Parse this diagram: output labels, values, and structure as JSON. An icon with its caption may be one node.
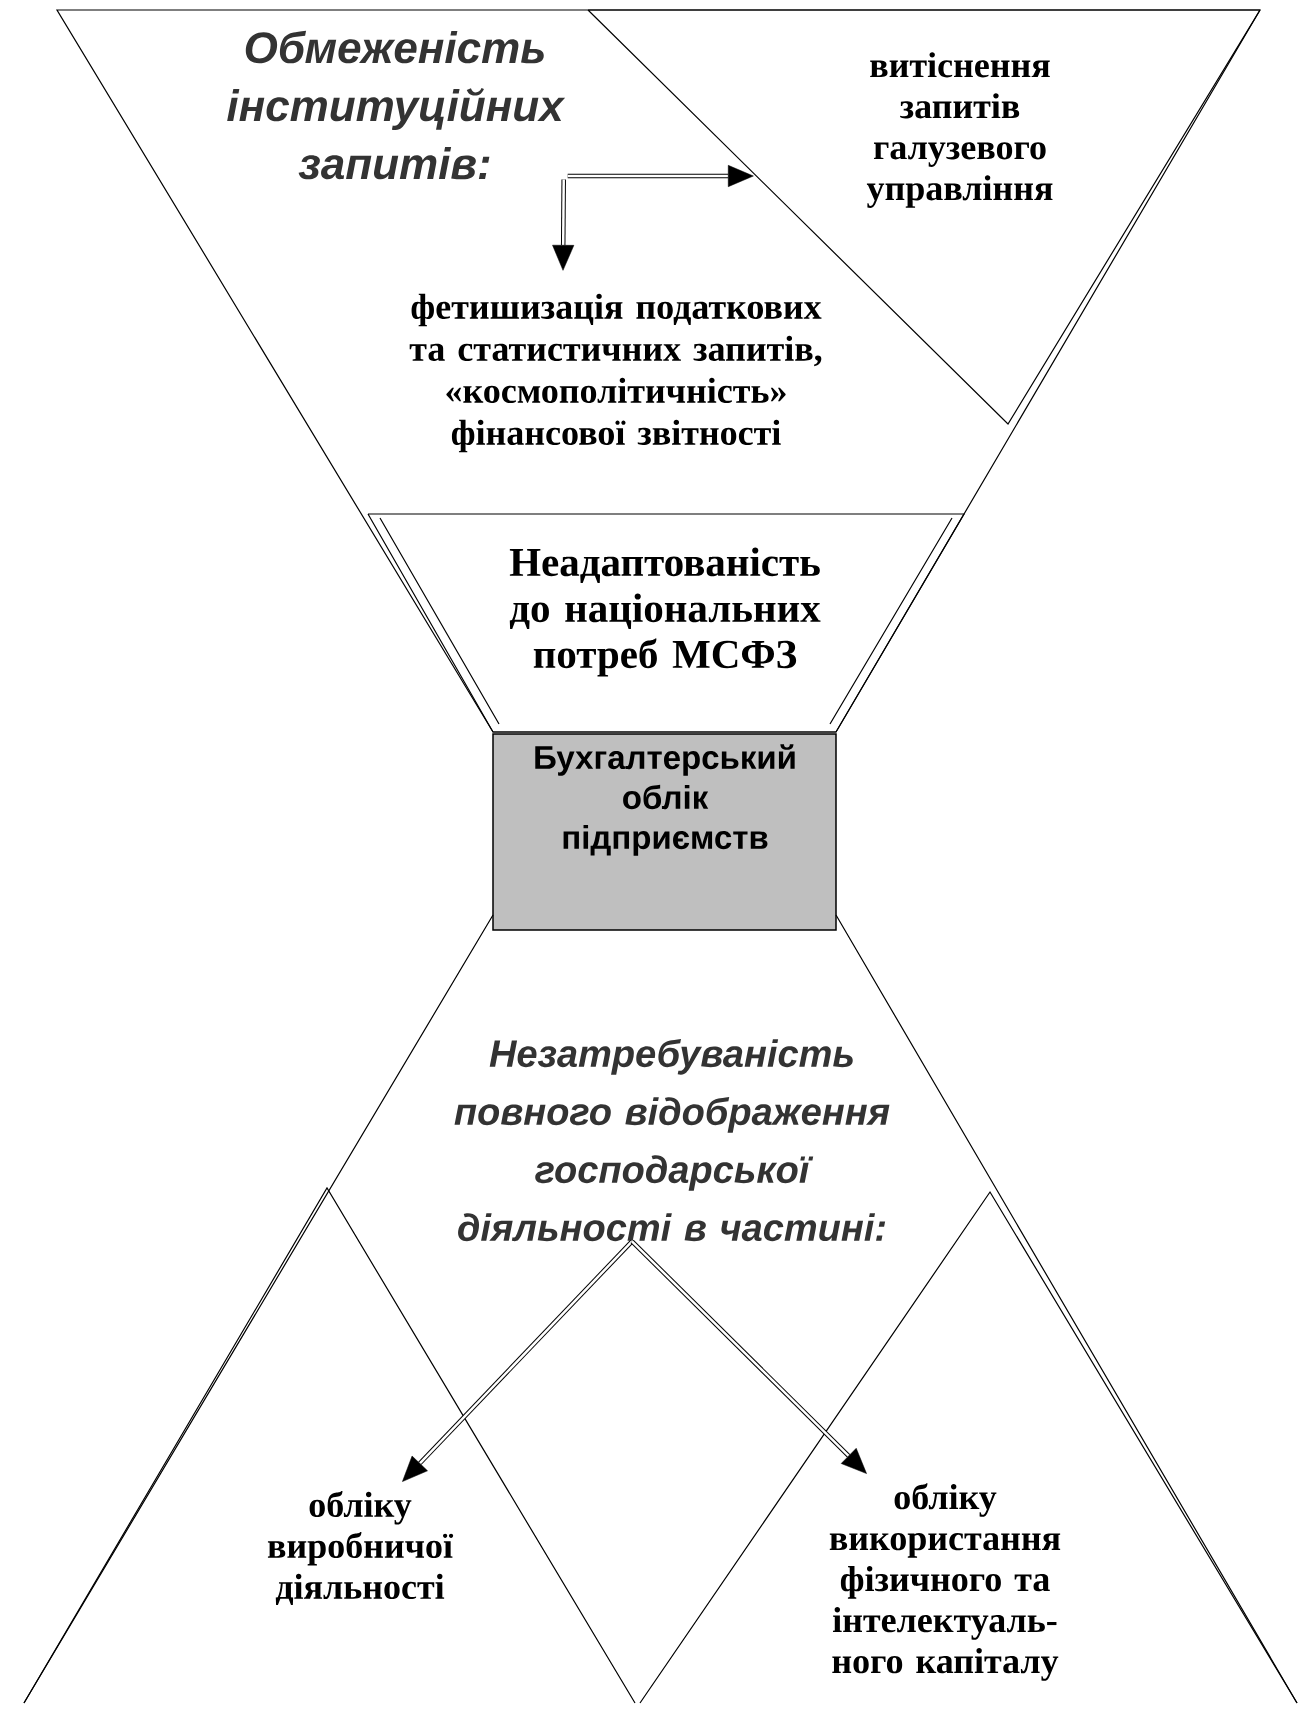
{
  "diagram": {
    "nodes": [
      {
        "text": [],
        "shape": "triangle"
      },
      {
        "text": [
          "Обмеженість інституційних запитів:"
        ],
        "in": 0
      },
      {
        "text": [
          "витіснення запитів галузевого управління"
        ],
        "in": 0
      },
      {
        "text": [
          "фетишизація податкових та статистичних запитів, «космополітичність» фінансової звітності"
        ],
        "in": 0
      },
      {
        "text": [
          "Неадаптованість до національних потреб МСФЗ"
        ],
        "in": 0
      },
      {
        "text": [
          "Бухгалтерський облік підприємств"
        ]
      },
      {
        "text": [],
        "shape": "triangle"
      },
      {
        "text": [
          "Незатребуваність повного відображення господарської діяльності в частині:"
        ],
        "in": 6
      },
      {
        "text": [
          "обліку виробничої діяльності"
        ],
        "in": 6
      },
      {
        "text": [
          "обліку використання фізичного та інтелектуаль- ного капіталу"
        ],
        "in": 6
      }
    ],
    "edges": [
      {
        "from": 1,
        "to": 2,
        "arrow": "to"
      },
      {
        "from": 1,
        "to": 3,
        "arrow": "to"
      },
      {
        "from": 7,
        "to": 8,
        "arrow": "to"
      },
      {
        "from": 7,
        "to": 9,
        "arrow": "to"
      }
    ]
  }
}
